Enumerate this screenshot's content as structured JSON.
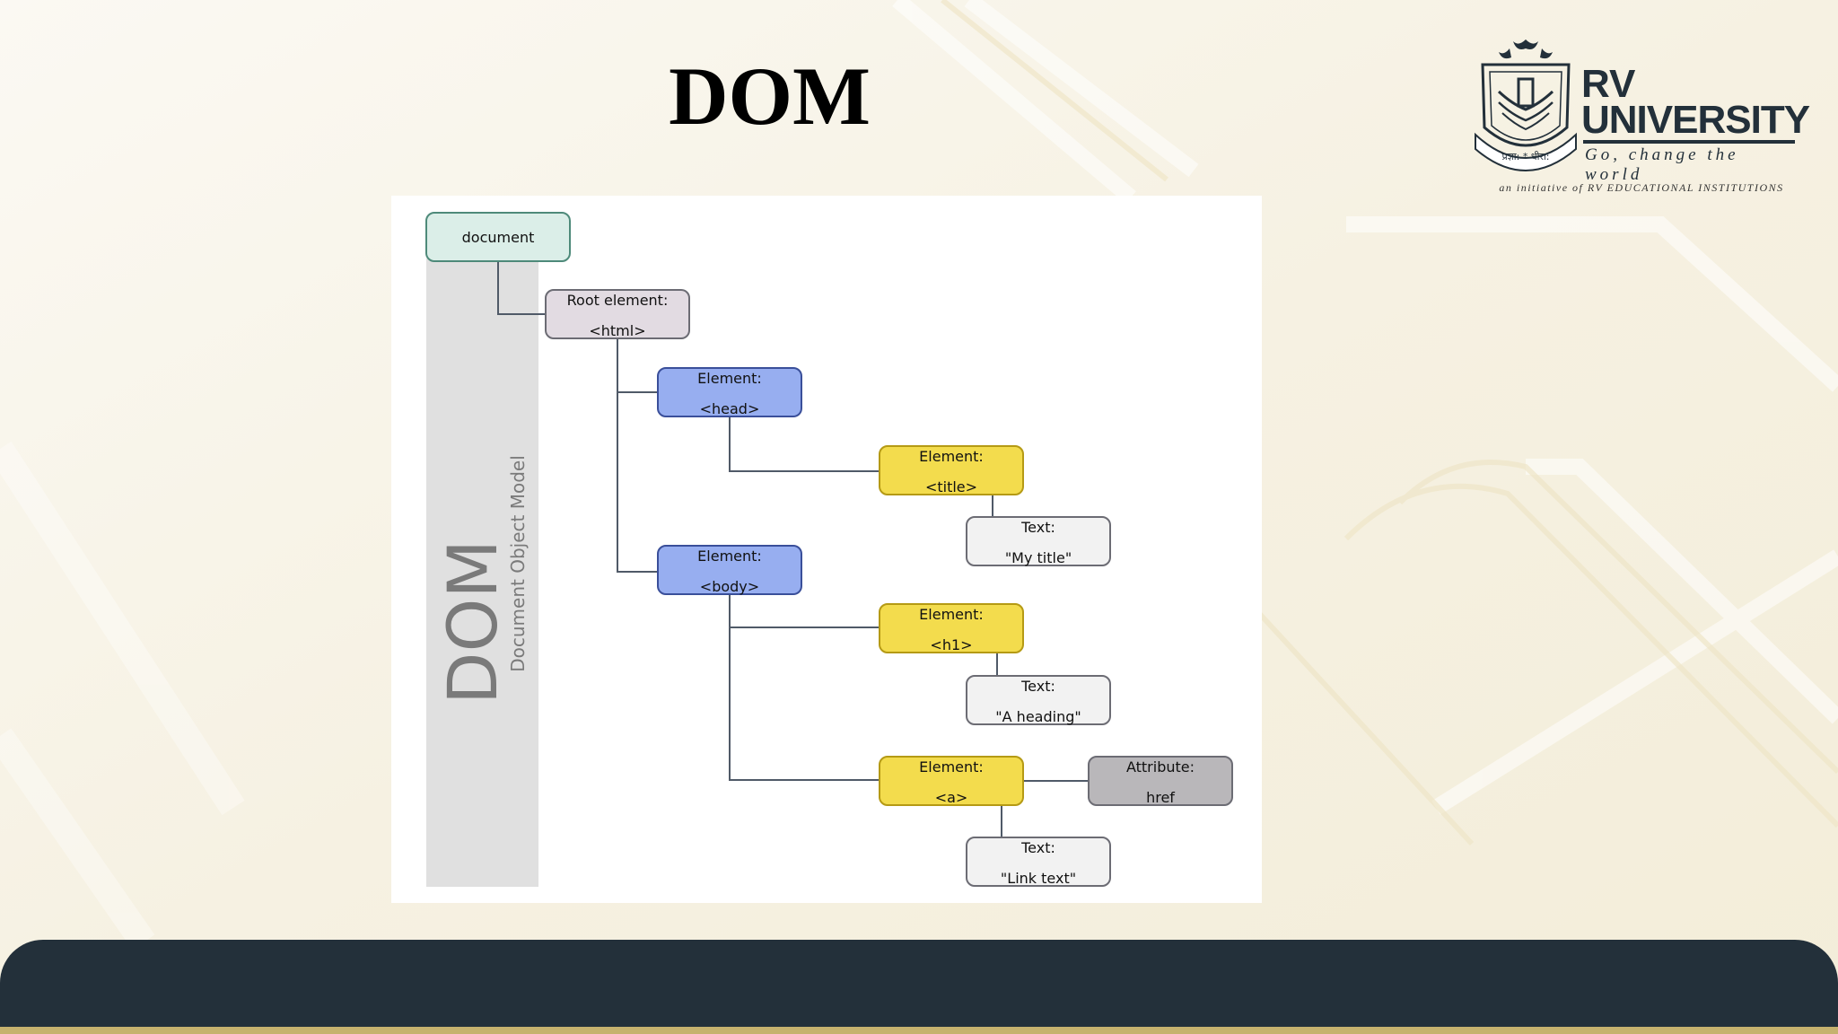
{
  "slide": {
    "title": "DOM"
  },
  "logo": {
    "name_line1": "RV",
    "name_line2": "UNIVERSITY",
    "tagline": "Go, change the world",
    "initiative": "an initiative of RV EDUCATIONAL INSTITUTIONS",
    "seal_text": "प्रज्ञा: * धीरा:"
  },
  "diagram": {
    "side_title": "DOM",
    "side_subtitle": "Document Object Model",
    "nodes": {
      "document": {
        "line1": "document"
      },
      "html": {
        "line1": "Root element:",
        "line2": "<html>"
      },
      "head": {
        "line1": "Element:",
        "line2": "<head>"
      },
      "title": {
        "line1": "Element:",
        "line2": "<title>"
      },
      "title_text": {
        "line1": "Text:",
        "line2": "\"My title\""
      },
      "body": {
        "line1": "Element:",
        "line2": "<body>"
      },
      "h1": {
        "line1": "Element:",
        "line2": "<h1>"
      },
      "h1_text": {
        "line1": "Text:",
        "line2": "\"A heading\""
      },
      "a": {
        "line1": "Element:",
        "line2": "<a>"
      },
      "a_attr": {
        "line1": "Attribute:",
        "line2": "href"
      },
      "a_text": {
        "line1": "Text:",
        "line2": "\"Link text\""
      }
    }
  },
  "colors": {
    "document": "#dbeee8",
    "root": "#e2dbe2",
    "element_blue": "#97aef0",
    "element_yellow": "#f3dc4d",
    "text_node": "#f2f2f2",
    "attribute": "#b9b7ba",
    "footer": "#23303a",
    "footer_stripe": "#c6b26e"
  }
}
